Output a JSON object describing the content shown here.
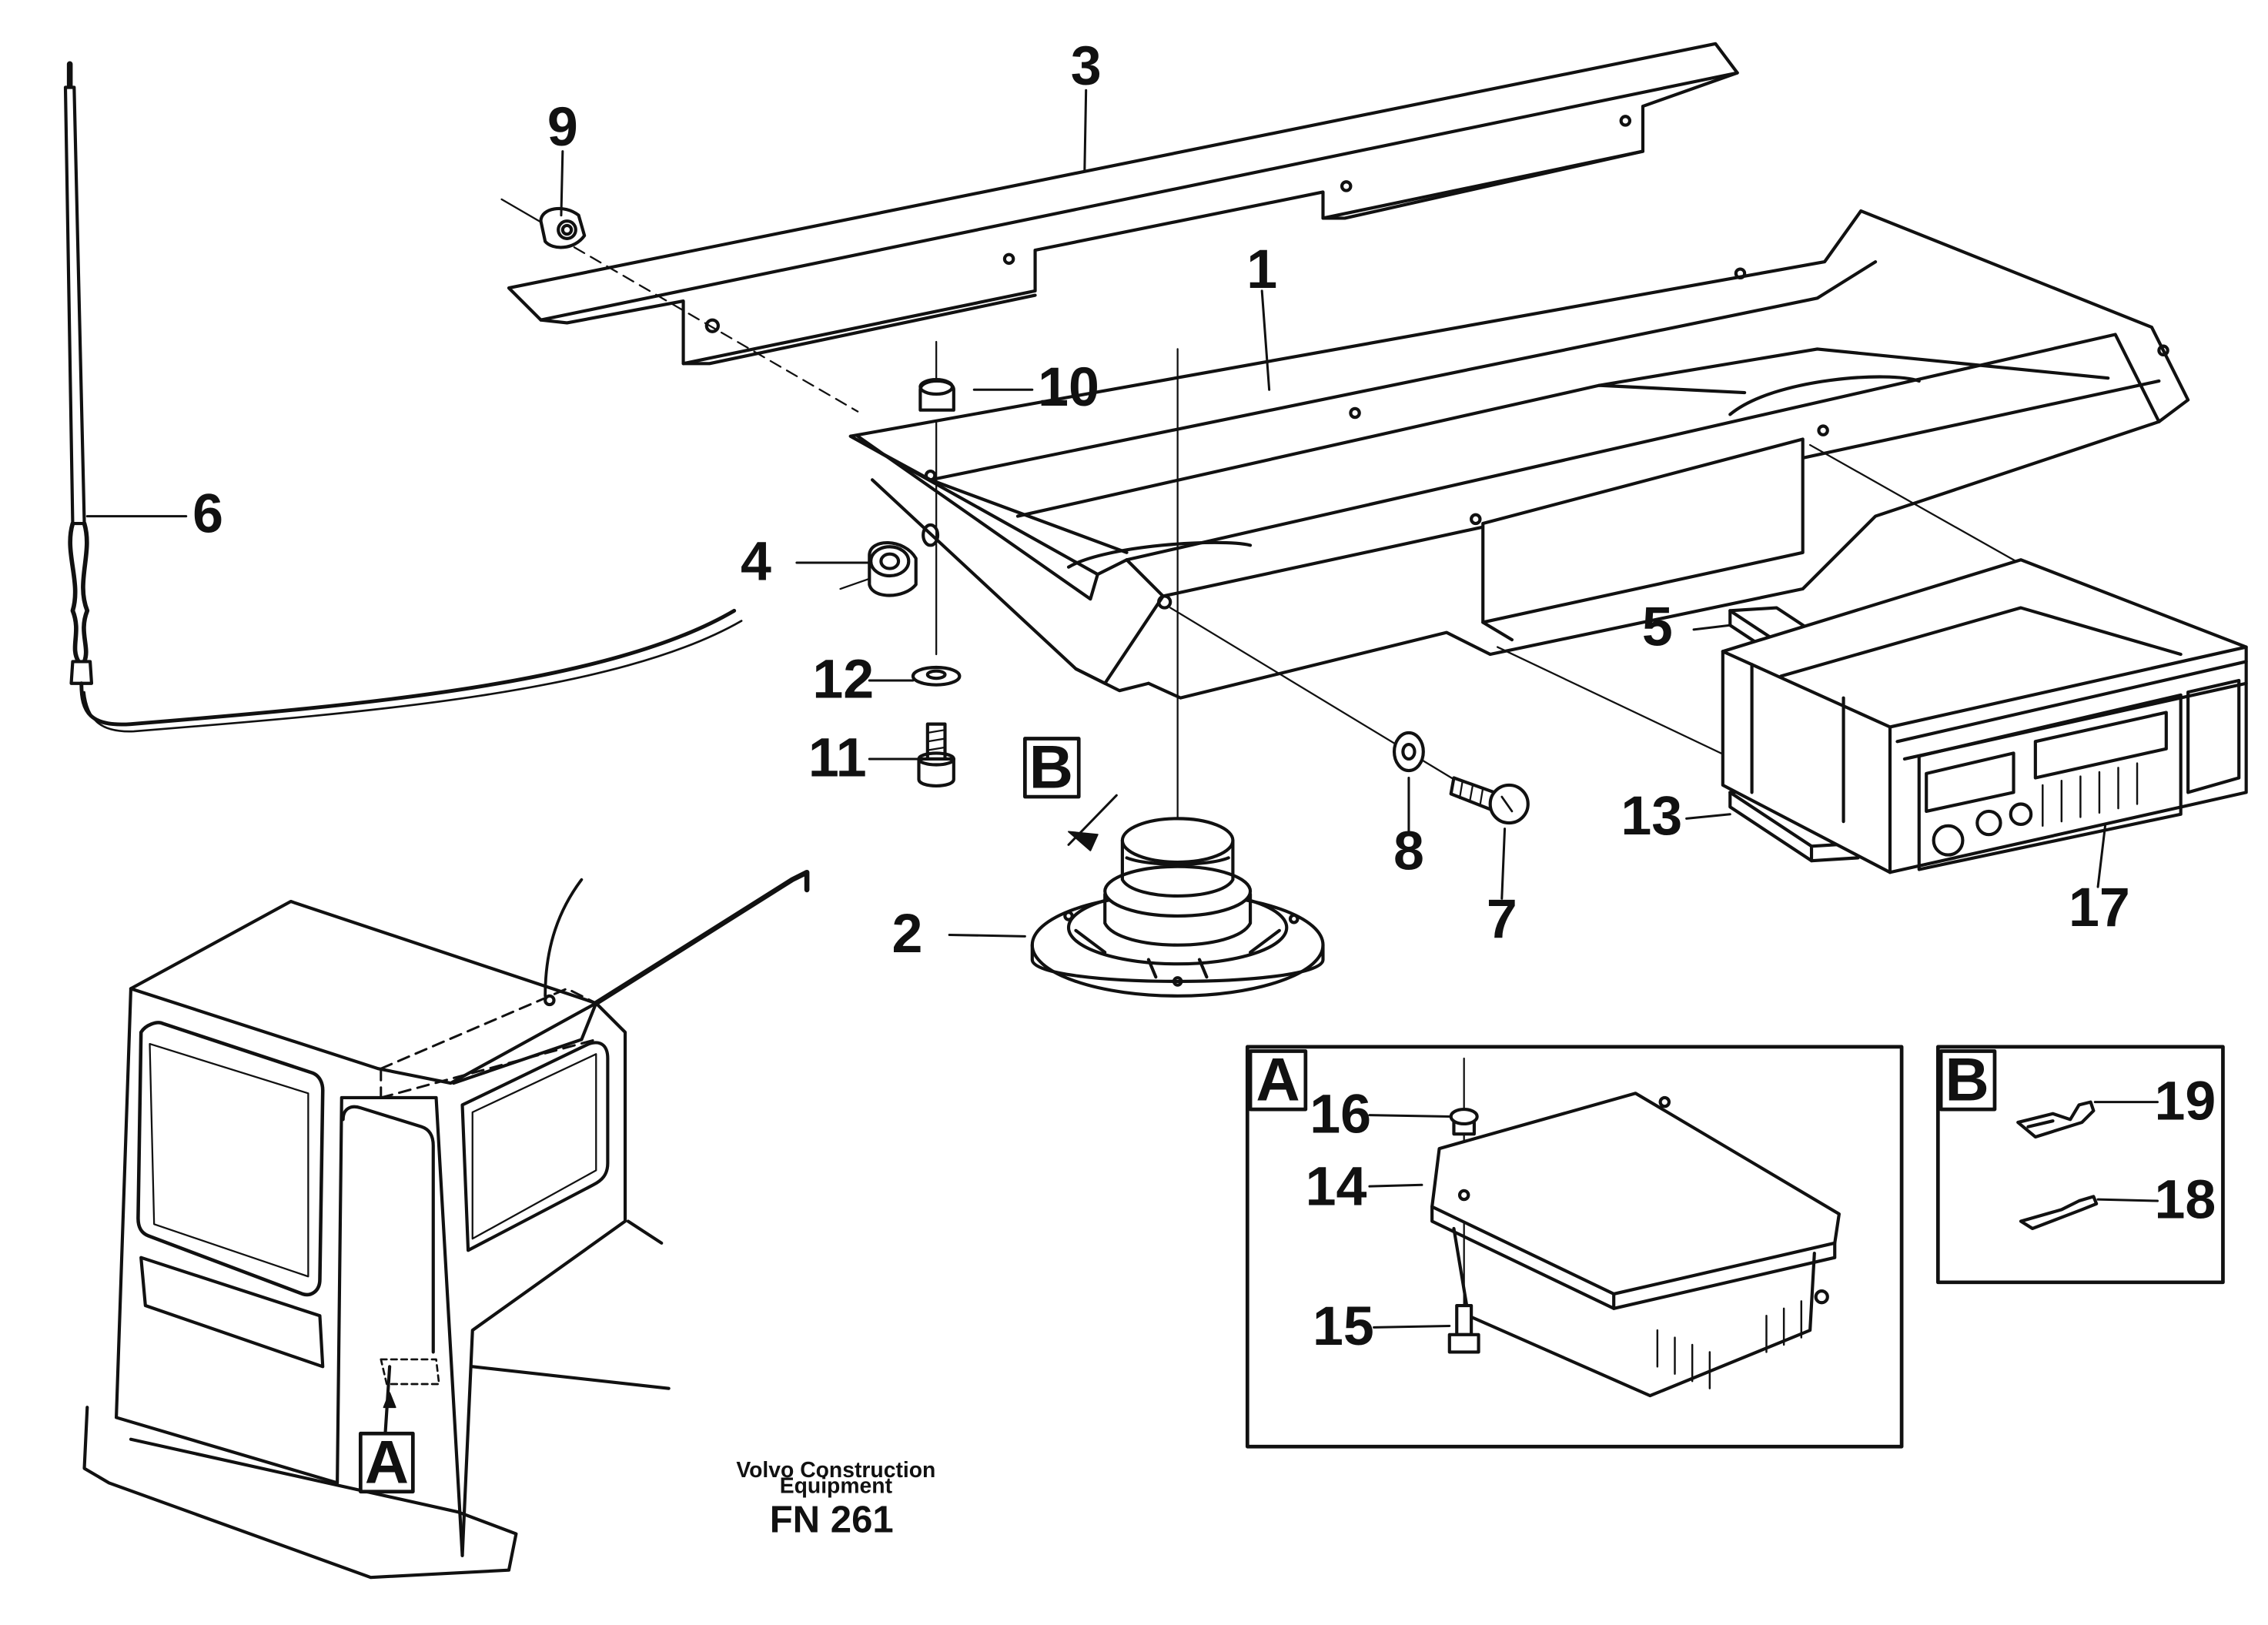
{
  "diagram": {
    "callouts": {
      "c1": "1",
      "c2": "2",
      "c3": "3",
      "c4": "4",
      "c5": "5",
      "c6": "6",
      "c7": "7",
      "c8": "8",
      "c9": "9",
      "c10": "10",
      "c11": "11",
      "c12": "12",
      "c13": "13",
      "c14": "14",
      "c15": "15",
      "c16": "16",
      "c17": "17",
      "c18": "18",
      "c19": "19"
    },
    "detail_tags": {
      "a_on_cab": "A",
      "b_on_speaker": "B",
      "detail_a": "A",
      "detail_b": "B"
    },
    "footer": {
      "brand_line1": "Volvo Construction",
      "brand_line2": "Equipment",
      "figure_code": "FN 261"
    }
  }
}
